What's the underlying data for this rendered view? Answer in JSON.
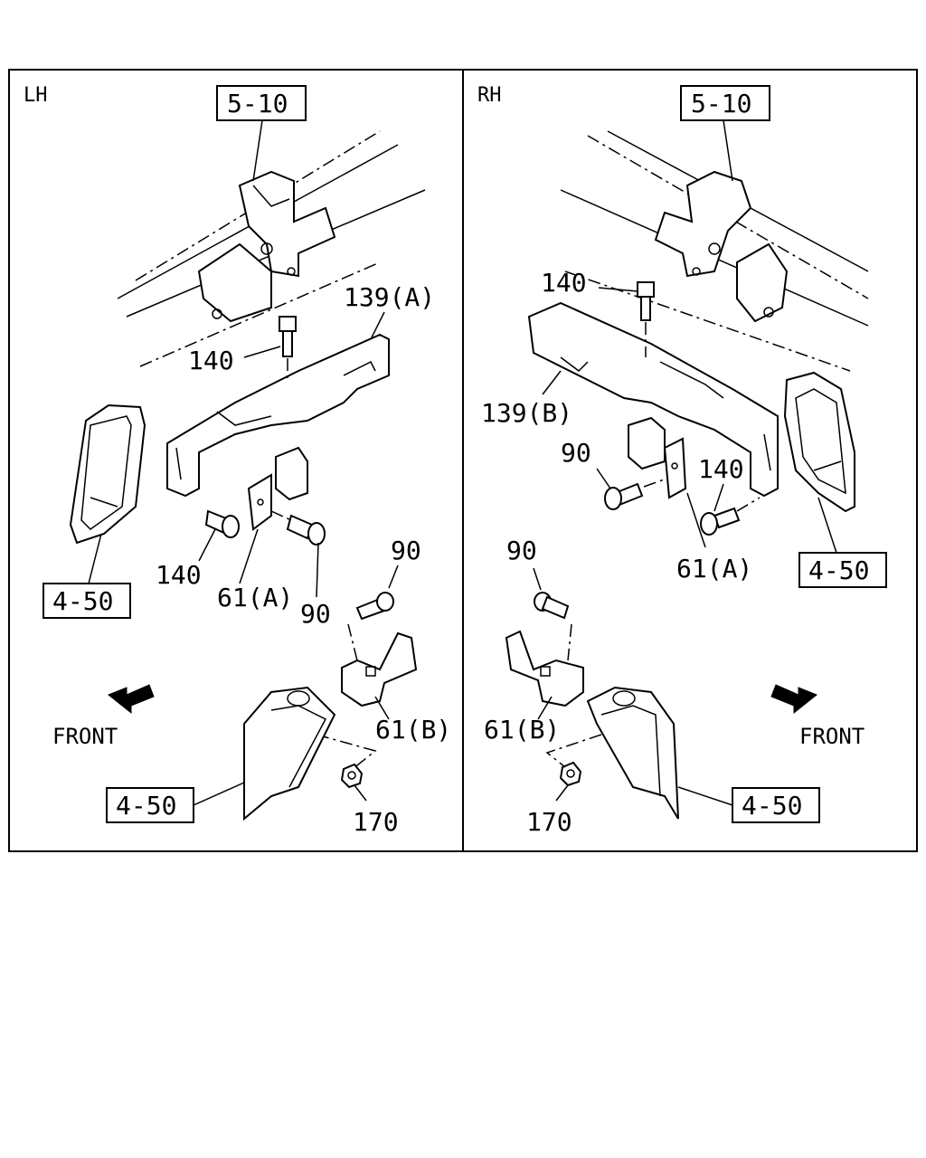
{
  "panels": {
    "left": {
      "side_label": "LH",
      "refs": [
        "5-10",
        "4-50",
        "4-50"
      ],
      "callouts": [
        "139(A)",
        "140",
        "140",
        "61(A)",
        "90",
        "90",
        "61(B)",
        "170"
      ],
      "front_label": "FRONT"
    },
    "right": {
      "side_label": "RH",
      "refs": [
        "5-10",
        "4-50",
        "4-50"
      ],
      "callouts": [
        "140",
        "139(B)",
        "90",
        "140",
        "61(A)",
        "90",
        "61(B)",
        "170"
      ],
      "front_label": "FRONT"
    }
  }
}
